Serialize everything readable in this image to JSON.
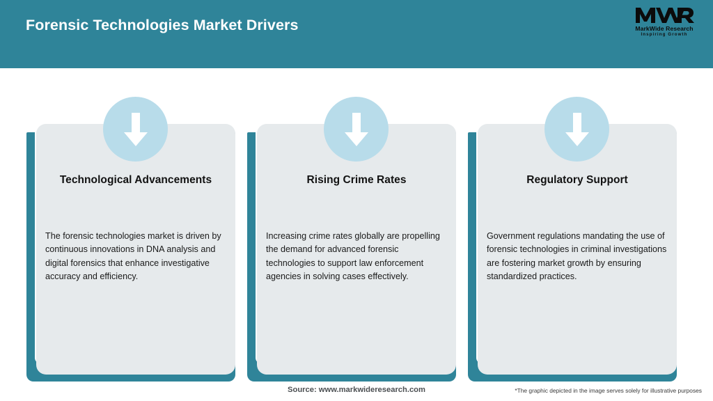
{
  "header": {
    "title": "Forensic Technologies Market Drivers",
    "background_color": "#2f8499",
    "title_color": "#ffffff"
  },
  "logo": {
    "mark": "MWR",
    "name": "MarkWide Research",
    "tagline": "Inspiring Growth"
  },
  "theme": {
    "accent_teal": "#2f8499",
    "card_gray": "#e6eaec",
    "icon_circle_blue": "#b8dcea",
    "arrow_white": "#ffffff"
  },
  "drivers": [
    {
      "icon": "down-arrow-icon",
      "title": "Technological Advancements",
      "body": "The forensic technologies market is driven by continuous innovations in DNA analysis and digital forensics that enhance investigative accuracy and efficiency."
    },
    {
      "icon": "down-arrow-icon",
      "title": "Rising Crime Rates",
      "body": "Increasing crime rates globally are propelling the demand for advanced forensic technologies to support law enforcement agencies in solving cases effectively."
    },
    {
      "icon": "down-arrow-icon",
      "title": "Regulatory Support",
      "body": "Government regulations mandating the use of forensic technologies in criminal investigations are fostering market growth by ensuring standardized practices."
    }
  ],
  "footer": {
    "source": "Source: www.markwideresearch.com",
    "disclaimer": "*The graphic depicted in the image serves solely for illustrative purposes"
  }
}
